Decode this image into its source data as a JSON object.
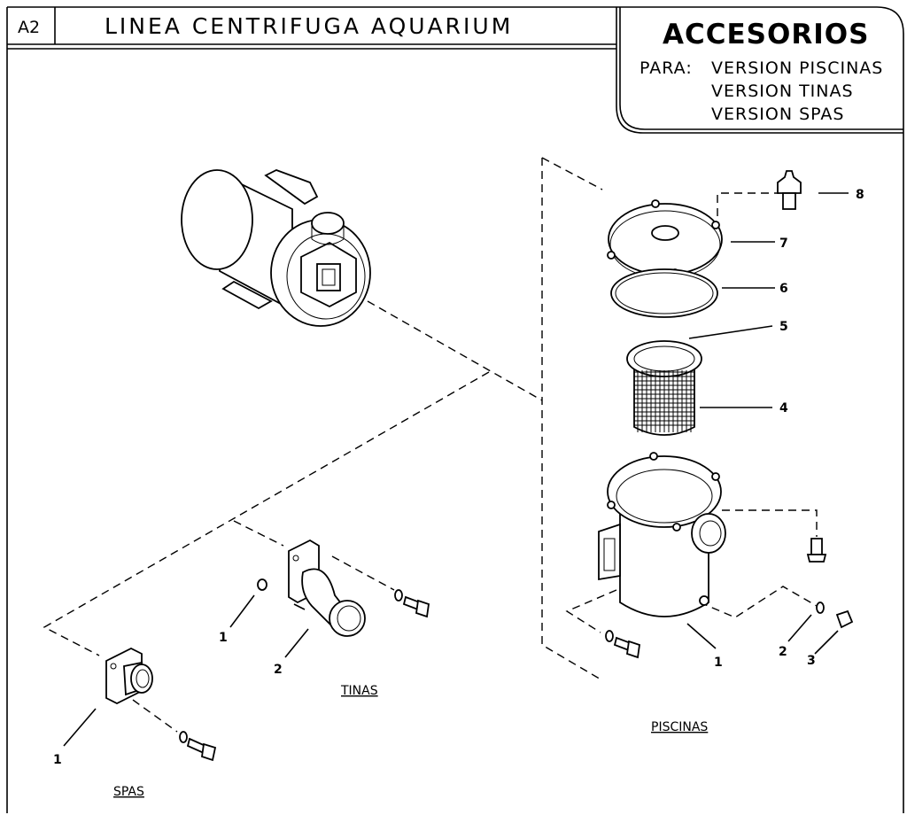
{
  "header": {
    "code": "A2",
    "title": "LINEA CENTRIFUGA AQUARIUM"
  },
  "box": {
    "heading": "ACCESORIOS",
    "para_label": "PARA:",
    "versions": [
      "VERSION PISCINAS",
      "VERSION TINAS",
      "VERSION SPAS"
    ]
  },
  "sections": {
    "piscinas": "PISCINAS",
    "tinas": "TINAS",
    "spas": "SPAS"
  },
  "callouts": {
    "piscinas": [
      "1",
      "2",
      "3",
      "4",
      "5",
      "6",
      "7",
      "8"
    ],
    "tinas": [
      "1",
      "2"
    ],
    "spas": [
      "1"
    ]
  }
}
